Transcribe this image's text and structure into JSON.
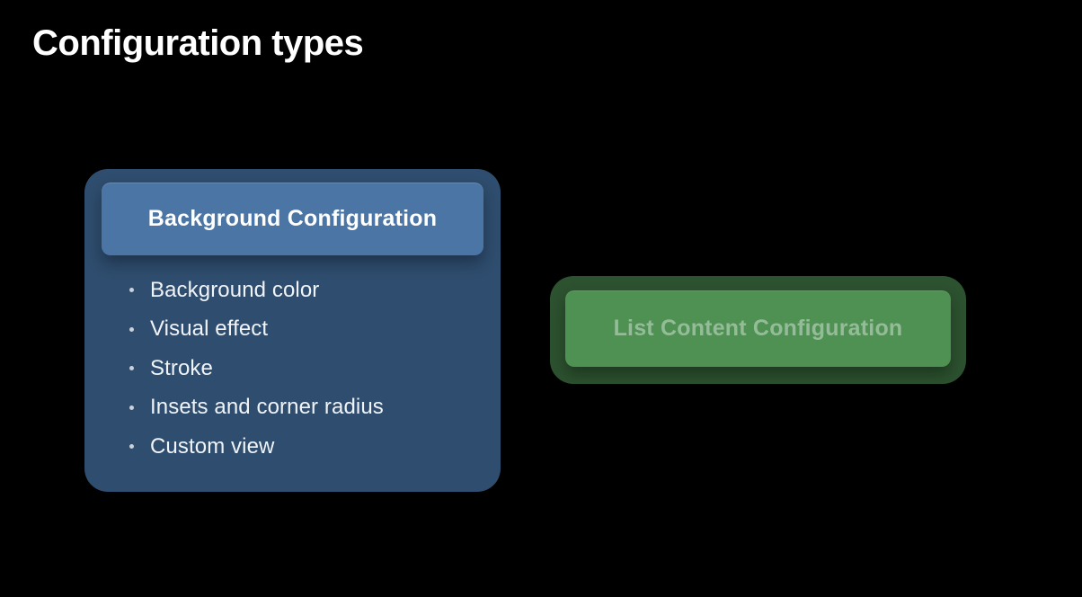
{
  "title": "Configuration types",
  "background_card": {
    "header": "Background Configuration",
    "bullets": [
      "Background color",
      "Visual effect",
      "Stroke",
      "Insets and corner radius",
      "Custom view"
    ]
  },
  "list_card": {
    "header": "List Content Configuration"
  },
  "colors": {
    "page_bg": "#000000",
    "title_text": "#ffffff",
    "blue_card_bg": "#2f4d6e",
    "blue_header_bg": "#4b75a4",
    "blue_header_text": "#ffffff",
    "bullet_text": "#f0f4f8",
    "green_card_bg": "#2d5230",
    "green_header_bg": "#4f9053",
    "green_header_text": "#95bc98"
  }
}
